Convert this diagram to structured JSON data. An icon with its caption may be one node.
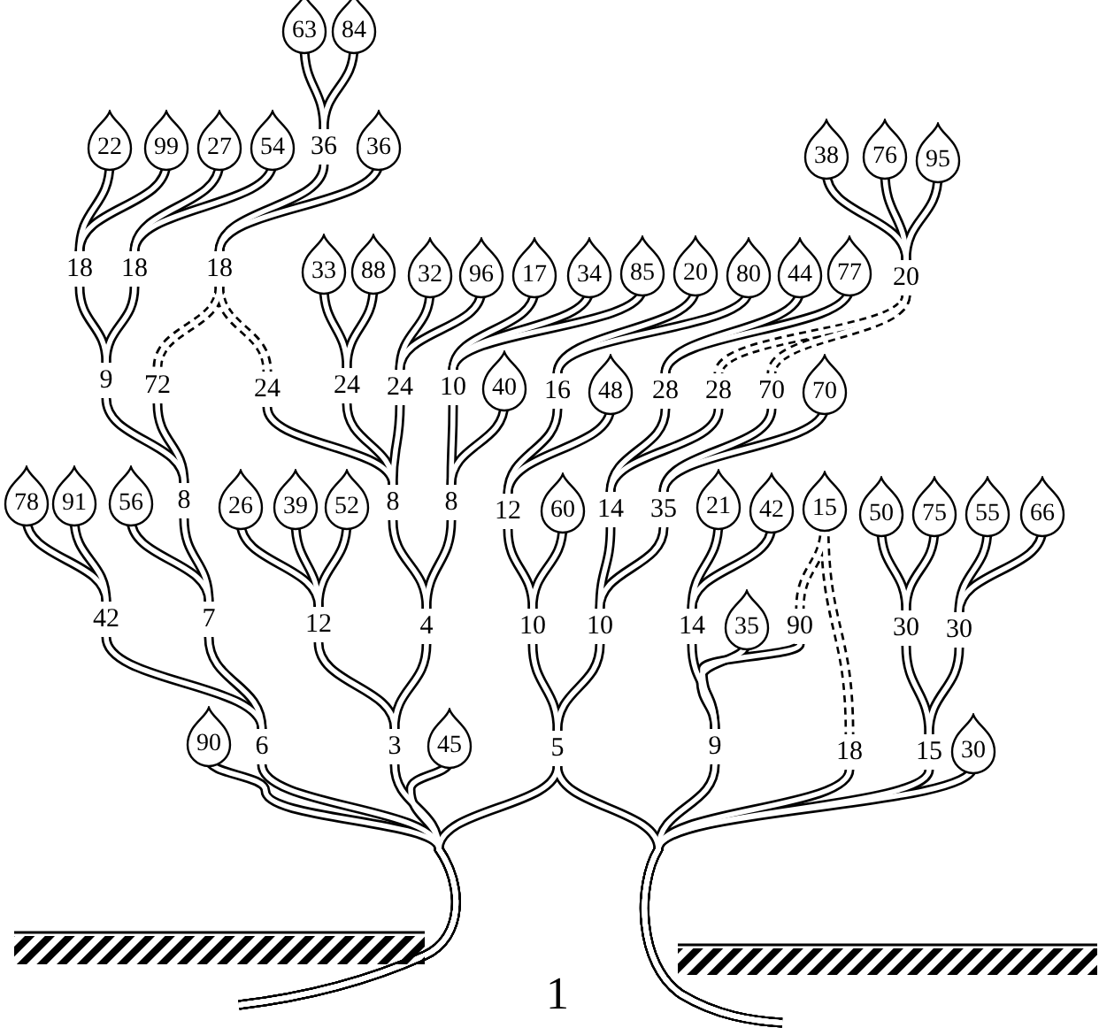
{
  "diagram": {
    "nodes": [
      {
        "text": [
          "63"
        ]
      },
      {
        "text": [
          "84"
        ]
      },
      {
        "text": [
          "22"
        ]
      },
      {
        "text": [
          "99"
        ]
      },
      {
        "text": [
          "27"
        ]
      },
      {
        "text": [
          "54"
        ]
      },
      {
        "text": [
          "36"
        ]
      },
      {
        "text": [
          "38"
        ]
      },
      {
        "text": [
          "76"
        ]
      },
      {
        "text": [
          "95"
        ]
      },
      {
        "text": [
          "33"
        ]
      },
      {
        "text": [
          "88"
        ]
      },
      {
        "text": [
          "32"
        ]
      },
      {
        "text": [
          "96"
        ]
      },
      {
        "text": [
          "17"
        ]
      },
      {
        "text": [
          "34"
        ]
      },
      {
        "text": [
          "85"
        ]
      },
      {
        "text": [
          "20"
        ]
      },
      {
        "text": [
          "80"
        ]
      },
      {
        "text": [
          "44"
        ]
      },
      {
        "text": [
          "77"
        ]
      },
      {
        "text": [
          "40"
        ]
      },
      {
        "text": [
          "48"
        ]
      },
      {
        "text": [
          "70"
        ]
      },
      {
        "text": [
          "78"
        ]
      },
      {
        "text": [
          "91"
        ]
      },
      {
        "text": [
          "56"
        ]
      },
      {
        "text": [
          "26"
        ]
      },
      {
        "text": [
          "39"
        ]
      },
      {
        "text": [
          "52"
        ]
      },
      {
        "text": [
          "60"
        ]
      },
      {
        "text": [
          "21"
        ]
      },
      {
        "text": [
          "42"
        ]
      },
      {
        "text": [
          "15"
        ]
      },
      {
        "text": [
          "50"
        ]
      },
      {
        "text": [
          "75"
        ]
      },
      {
        "text": [
          "55"
        ]
      },
      {
        "text": [
          "66"
        ]
      },
      {
        "text": [
          "35"
        ]
      },
      {
        "text": [
          "90"
        ]
      },
      {
        "text": [
          "45"
        ]
      },
      {
        "text": [
          "30"
        ]
      },
      {
        "text": [
          "36"
        ]
      },
      {
        "text": [
          "18"
        ]
      },
      {
        "text": [
          "18"
        ]
      },
      {
        "text": [
          "18"
        ]
      },
      {
        "text": [
          "20"
        ]
      },
      {
        "text": [
          "9"
        ]
      },
      {
        "text": [
          "72"
        ]
      },
      {
        "text": [
          "24"
        ]
      },
      {
        "text": [
          "24"
        ]
      },
      {
        "text": [
          "24"
        ]
      },
      {
        "text": [
          "10"
        ]
      },
      {
        "text": [
          "16"
        ]
      },
      {
        "text": [
          "28"
        ]
      },
      {
        "text": [
          "28"
        ]
      },
      {
        "text": [
          "70"
        ]
      },
      {
        "text": [
          "8"
        ]
      },
      {
        "text": [
          "8"
        ]
      },
      {
        "text": [
          "8"
        ]
      },
      {
        "text": [
          "12"
        ]
      },
      {
        "text": [
          "14"
        ]
      },
      {
        "text": [
          "35"
        ]
      },
      {
        "text": [
          "42"
        ]
      },
      {
        "text": [
          "7"
        ]
      },
      {
        "text": [
          "12"
        ]
      },
      {
        "text": [
          "4"
        ]
      },
      {
        "text": [
          "10"
        ]
      },
      {
        "text": [
          "10"
        ]
      },
      {
        "text": [
          "14"
        ]
      },
      {
        "text": [
          "90"
        ]
      },
      {
        "text": [
          "30"
        ]
      },
      {
        "text": [
          "30"
        ]
      },
      {
        "text": [
          "6"
        ]
      },
      {
        "text": [
          "3"
        ]
      },
      {
        "text": [
          "5"
        ]
      },
      {
        "text": [
          "9"
        ]
      },
      {
        "text": [
          "18"
        ]
      },
      {
        "text": [
          "15"
        ]
      }
    ],
    "edges": [
      {
        "from": 0,
        "to": 42,
        "arrow": "none"
      },
      {
        "from": 1,
        "to": 42,
        "arrow": "none"
      },
      {
        "from": 42,
        "to": 45,
        "arrow": "none"
      },
      {
        "from": 6,
        "to": 45,
        "arrow": "none"
      },
      {
        "from": 2,
        "to": 43,
        "arrow": "none"
      },
      {
        "from": 3,
        "to": 43,
        "arrow": "none"
      },
      {
        "from": 4,
        "to": 44,
        "arrow": "none"
      },
      {
        "from": 5,
        "to": 44,
        "arrow": "none"
      },
      {
        "from": 43,
        "to": 47,
        "arrow": "none"
      },
      {
        "from": 44,
        "to": 47,
        "arrow": "none"
      },
      {
        "from": 45,
        "to": 48,
        "arrow": "none",
        "style": "dashed"
      },
      {
        "from": 45,
        "to": 49,
        "arrow": "none",
        "style": "dashed"
      },
      {
        "from": 47,
        "to": 57,
        "arrow": "none"
      },
      {
        "from": 48,
        "to": 57,
        "arrow": "none"
      },
      {
        "from": 10,
        "to": 50,
        "arrow": "none"
      },
      {
        "from": 11,
        "to": 50,
        "arrow": "none"
      },
      {
        "from": 12,
        "to": 51,
        "arrow": "none"
      },
      {
        "from": 13,
        "to": 51,
        "arrow": "none"
      },
      {
        "from": 49,
        "to": 58,
        "arrow": "none"
      },
      {
        "from": 50,
        "to": 58,
        "arrow": "none"
      },
      {
        "from": 51,
        "to": 58,
        "arrow": "none"
      },
      {
        "from": 14,
        "to": 52,
        "arrow": "none"
      },
      {
        "from": 15,
        "to": 52,
        "arrow": "none"
      },
      {
        "from": 16,
        "to": 52,
        "arrow": "none"
      },
      {
        "from": 52,
        "to": 59,
        "arrow": "none"
      },
      {
        "from": 21,
        "to": 59,
        "arrow": "none"
      },
      {
        "from": 17,
        "to": 53,
        "arrow": "none"
      },
      {
        "from": 18,
        "to": 53,
        "arrow": "none"
      },
      {
        "from": 53,
        "to": 60,
        "arrow": "none"
      },
      {
        "from": 22,
        "to": 60,
        "arrow": "none"
      },
      {
        "from": 19,
        "to": 54,
        "arrow": "none"
      },
      {
        "from": 20,
        "to": 54,
        "arrow": "none"
      },
      {
        "from": 54,
        "to": 61,
        "arrow": "none"
      },
      {
        "from": 55,
        "to": 61,
        "arrow": "none"
      },
      {
        "from": 56,
        "to": 62,
        "arrow": "none"
      },
      {
        "from": 23,
        "to": 62,
        "arrow": "none"
      },
      {
        "from": 7,
        "to": 46,
        "arrow": "none"
      },
      {
        "from": 8,
        "to": 46,
        "arrow": "none"
      },
      {
        "from": 9,
        "to": 46,
        "arrow": "none"
      },
      {
        "from": 46,
        "to": 55,
        "arrow": "none",
        "style": "dashed"
      },
      {
        "from": 46,
        "to": 56,
        "arrow": "none",
        "style": "dashed"
      },
      {
        "from": 58,
        "to": 66,
        "arrow": "none"
      },
      {
        "from": 59,
        "to": 66,
        "arrow": "none"
      },
      {
        "from": 60,
        "to": 67,
        "arrow": "none"
      },
      {
        "from": 30,
        "to": 67,
        "arrow": "none"
      },
      {
        "from": 61,
        "to": 68,
        "arrow": "none"
      },
      {
        "from": 62,
        "to": 68,
        "arrow": "none"
      },
      {
        "from": 24,
        "to": 63,
        "arrow": "none"
      },
      {
        "from": 25,
        "to": 63,
        "arrow": "none"
      },
      {
        "from": 26,
        "to": 64,
        "arrow": "none"
      },
      {
        "from": 57,
        "to": 64,
        "arrow": "none"
      },
      {
        "from": 27,
        "to": 65,
        "arrow": "none"
      },
      {
        "from": 28,
        "to": 65,
        "arrow": "none"
      },
      {
        "from": 29,
        "to": 65,
        "arrow": "none"
      },
      {
        "from": 31,
        "to": 69,
        "arrow": "none"
      },
      {
        "from": 32,
        "to": 69,
        "arrow": "none"
      },
      {
        "from": 38,
        "to": 76,
        "arrow": "none"
      },
      {
        "from": 70,
        "to": 76,
        "arrow": "none"
      },
      {
        "from": 33,
        "to": 70,
        "arrow": "none",
        "style": "dashed"
      },
      {
        "from": 33,
        "to": 77,
        "arrow": "none",
        "style": "dashed"
      },
      {
        "from": 34,
        "to": 71,
        "arrow": "none"
      },
      {
        "from": 35,
        "to": 71,
        "arrow": "none"
      },
      {
        "from": 36,
        "to": 72,
        "arrow": "none"
      },
      {
        "from": 37,
        "to": 72,
        "arrow": "none"
      },
      {
        "from": 71,
        "to": 78,
        "arrow": "none"
      },
      {
        "from": 72,
        "to": 78,
        "arrow": "none"
      },
      {
        "from": 63,
        "to": 73,
        "arrow": "none"
      },
      {
        "from": 64,
        "to": 73,
        "arrow": "none"
      },
      {
        "from": 39,
        "to": null,
        "arrow": "none"
      },
      {
        "from": 65,
        "to": 74,
        "arrow": "none"
      },
      {
        "from": 66,
        "to": 74,
        "arrow": "none"
      },
      {
        "from": 40,
        "to": null,
        "arrow": "none"
      },
      {
        "from": 67,
        "to": 75,
        "arrow": "none"
      },
      {
        "from": 68,
        "to": 75,
        "arrow": "none"
      },
      {
        "from": 69,
        "to": 76,
        "arrow": "none"
      },
      {
        "from": 73,
        "to": null,
        "arrow": "none"
      },
      {
        "from": 74,
        "to": null,
        "arrow": "none"
      },
      {
        "from": 75,
        "to": null,
        "arrow": "none"
      },
      {
        "from": 75,
        "to": null,
        "arrow": "none"
      },
      {
        "from": 76,
        "to": null,
        "arrow": "none"
      },
      {
        "from": 77,
        "to": null,
        "arrow": "none"
      },
      {
        "from": 78,
        "to": null,
        "arrow": "none"
      },
      {
        "from": 41,
        "to": null,
        "arrow": "none"
      }
    ],
    "labels": [
      "1"
    ]
  }
}
